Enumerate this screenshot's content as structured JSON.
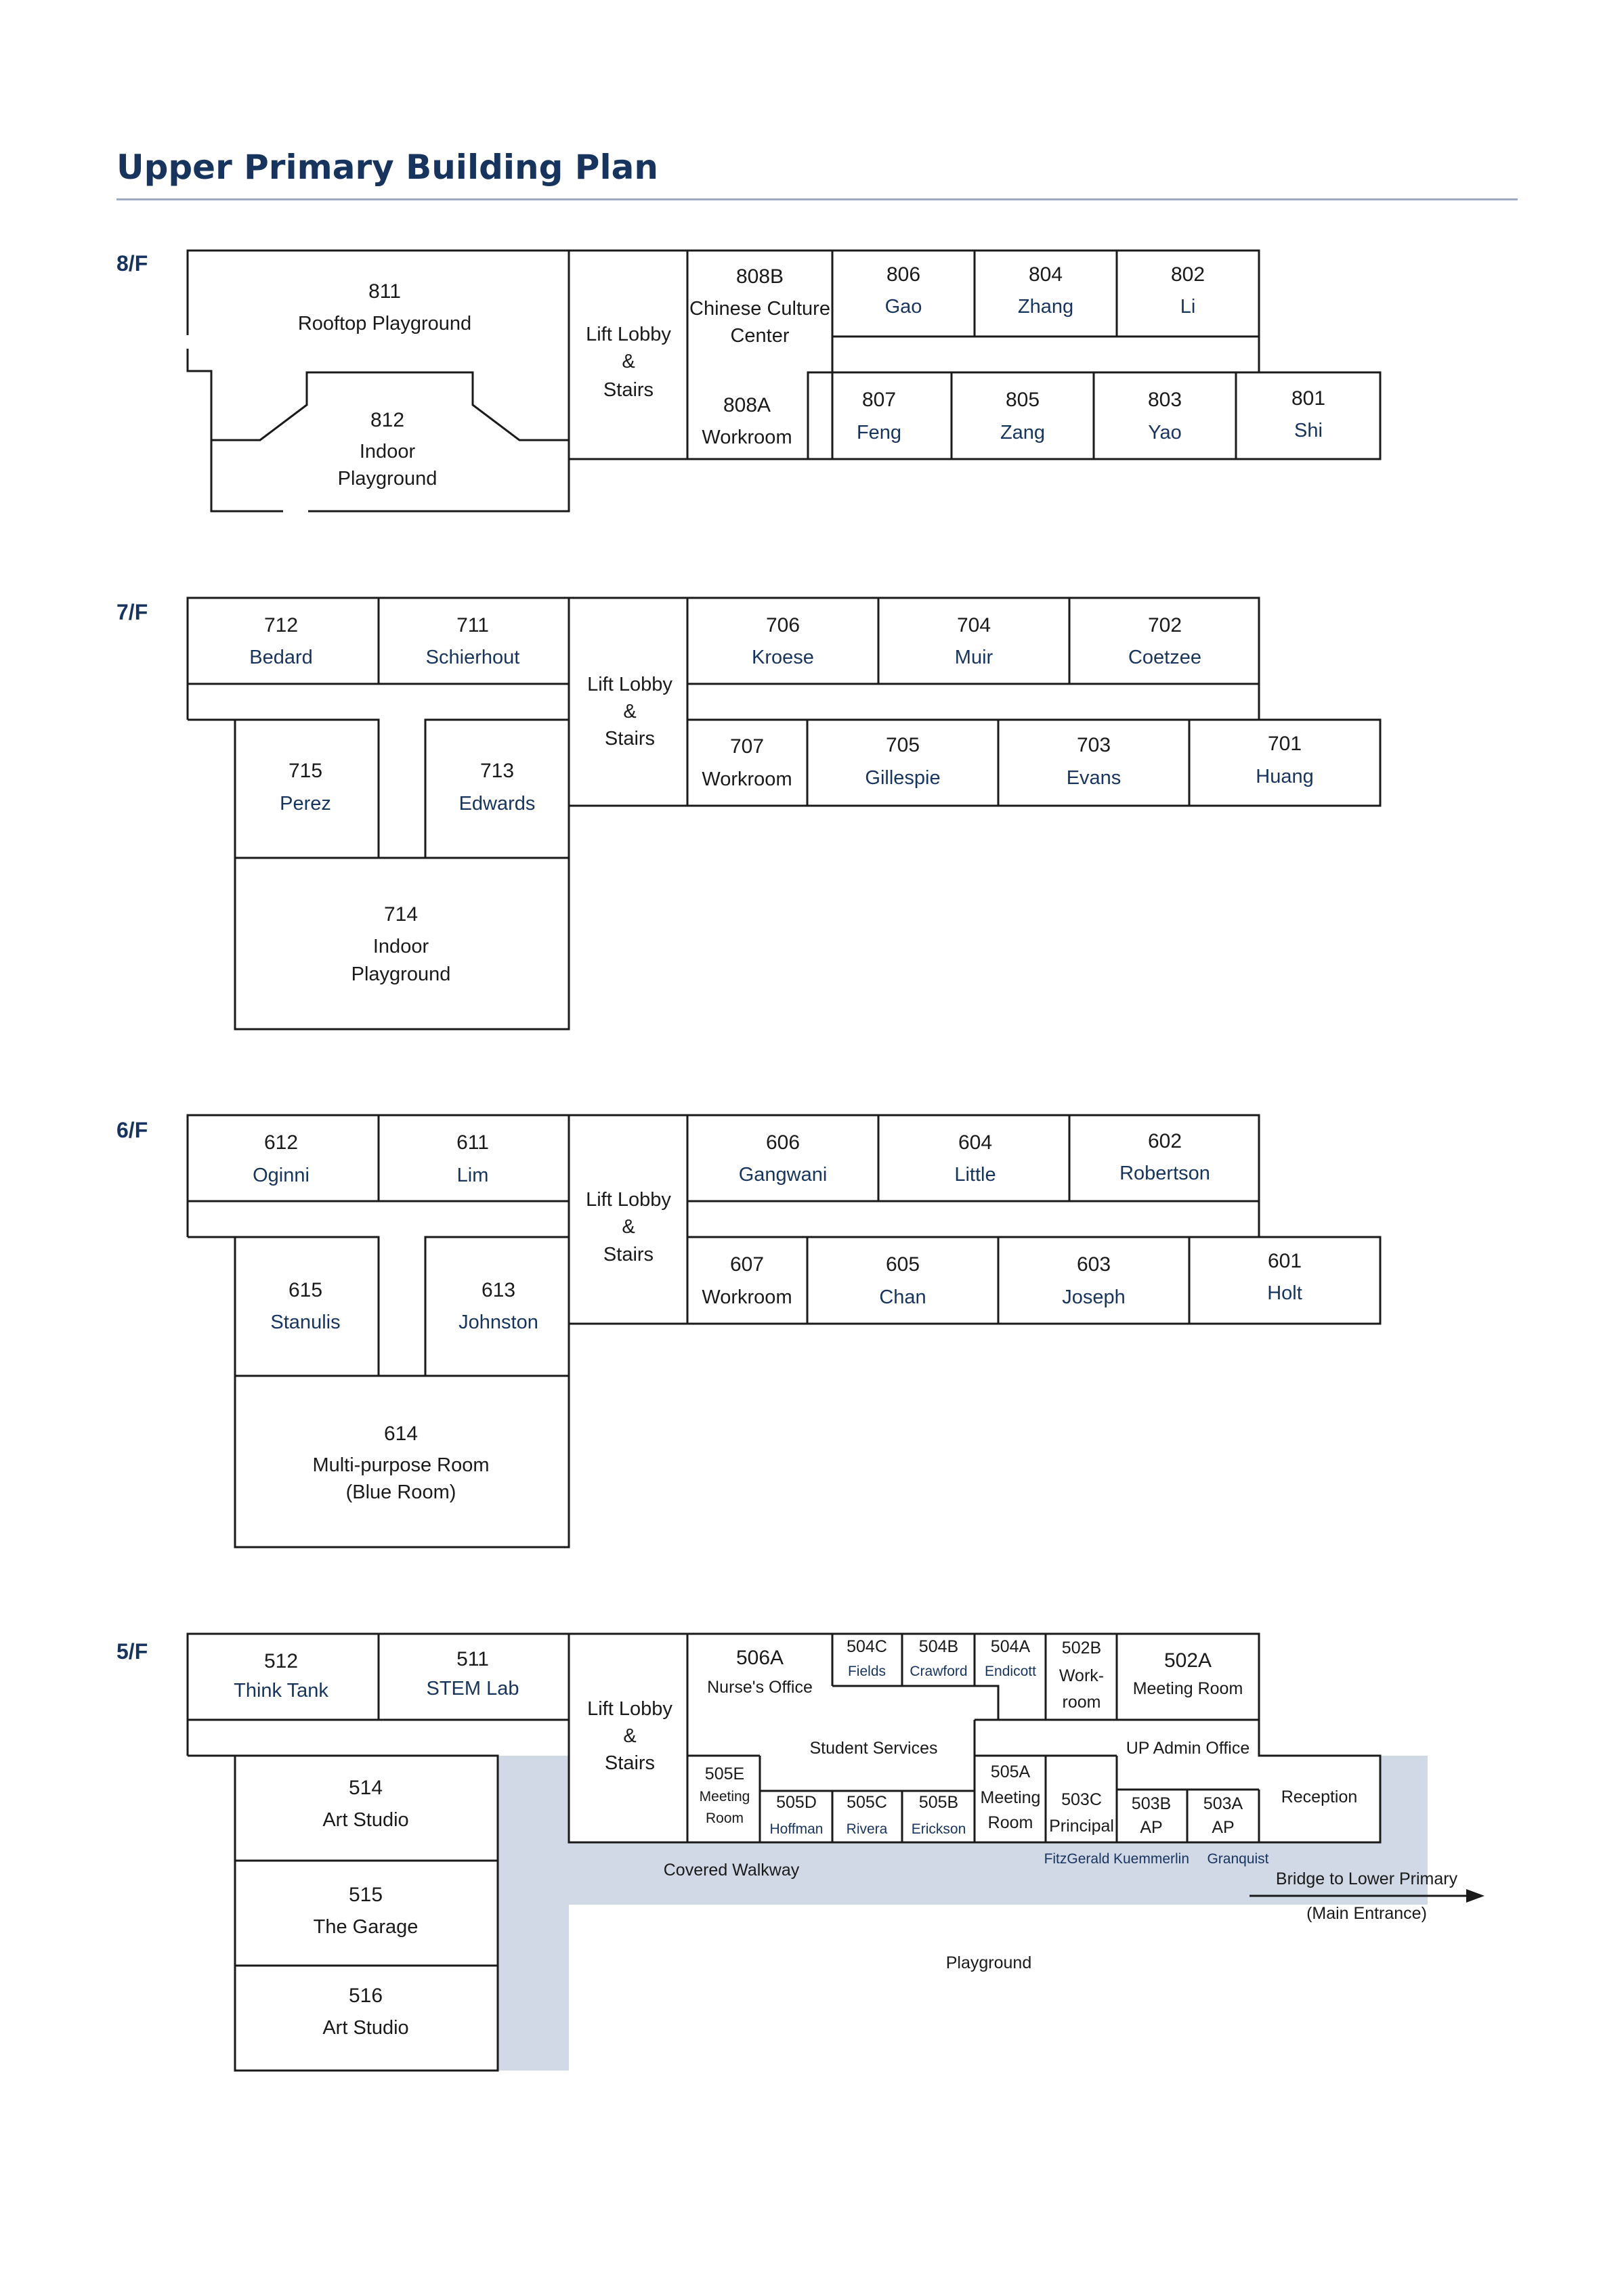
{
  "title": "Upper Primary Building Plan",
  "floors": {
    "f8": {
      "label": "8/F",
      "r811": {
        "num": "811",
        "name": "Rooftop Playground"
      },
      "r812": {
        "num": "812",
        "line1": "Indoor",
        "line2": "Playground"
      },
      "lobby": {
        "line1": "Lift Lobby",
        "line2": "&",
        "line3": "Stairs"
      },
      "r808b": {
        "num": "808B",
        "line1": "Chinese Culture",
        "line2": "Center"
      },
      "r808a": {
        "num": "808A",
        "name": "Workroom"
      },
      "r806": {
        "num": "806",
        "teacher": "Gao"
      },
      "r804": {
        "num": "804",
        "teacher": "Zhang"
      },
      "r802": {
        "num": "802",
        "teacher": "Li"
      },
      "r807": {
        "num": "807",
        "teacher": "Feng"
      },
      "r805": {
        "num": "805",
        "teacher": "Zang"
      },
      "r803": {
        "num": "803",
        "teacher": "Yao"
      },
      "r801": {
        "num": "801",
        "teacher": "Shi"
      }
    },
    "f7": {
      "label": "7/F",
      "r712": {
        "num": "712",
        "teacher": "Bedard"
      },
      "r711": {
        "num": "711",
        "teacher": "Schierhout"
      },
      "r715": {
        "num": "715",
        "teacher": "Perez"
      },
      "r713": {
        "num": "713",
        "teacher": "Edwards"
      },
      "r714": {
        "num": "714",
        "line1": "Indoor",
        "line2": "Playground"
      },
      "lobby": {
        "line1": "Lift Lobby",
        "line2": "&",
        "line3": "Stairs"
      },
      "r706": {
        "num": "706",
        "teacher": "Kroese"
      },
      "r704": {
        "num": "704",
        "teacher": "Muir"
      },
      "r702": {
        "num": "702",
        "teacher": "Coetzee"
      },
      "r707": {
        "num": "707",
        "name": "Workroom"
      },
      "r705": {
        "num": "705",
        "teacher": "Gillespie"
      },
      "r703": {
        "num": "703",
        "teacher": "Evans"
      },
      "r701": {
        "num": "701",
        "teacher": "Huang"
      }
    },
    "f6": {
      "label": "6/F",
      "r612": {
        "num": "612",
        "teacher": "Oginni"
      },
      "r611": {
        "num": "611",
        "teacher": "Lim"
      },
      "r615": {
        "num": "615",
        "teacher": "Stanulis"
      },
      "r613": {
        "num": "613",
        "teacher": "Johnston"
      },
      "r614": {
        "num": "614",
        "line1": "Multi-purpose Room",
        "line2": "(Blue Room)"
      },
      "lobby": {
        "line1": "Lift Lobby",
        "line2": "&",
        "line3": "Stairs"
      },
      "r606": {
        "num": "606",
        "teacher": "Gangwani"
      },
      "r604": {
        "num": "604",
        "teacher": "Little"
      },
      "r602": {
        "num": "602",
        "teacher": "Robertson"
      },
      "r607": {
        "num": "607",
        "name": "Workroom"
      },
      "r605": {
        "num": "605",
        "teacher": "Chan"
      },
      "r603": {
        "num": "603",
        "teacher": "Joseph"
      },
      "r601": {
        "num": "601",
        "teacher": "Holt"
      }
    },
    "f5": {
      "label": "5/F",
      "r512": {
        "num": "512",
        "name": "Think Tank"
      },
      "r511": {
        "num": "511",
        "name": "STEM Lab"
      },
      "r514": {
        "num": "514",
        "name": "Art Studio"
      },
      "r515": {
        "num": "515",
        "name": "The Garage"
      },
      "r516": {
        "num": "516",
        "name": "Art Studio"
      },
      "lobby": {
        "line1": "Lift Lobby",
        "line2": "&",
        "line3": "Stairs"
      },
      "r506a": {
        "num": "506A",
        "name": "Nurse's Office"
      },
      "r504c": {
        "num": "504C",
        "teacher": "Fields"
      },
      "r504b": {
        "num": "504B",
        "teacher": "Crawford"
      },
      "r504a": {
        "num": "504A",
        "teacher": "Endicott"
      },
      "r502b": {
        "num": "502B",
        "line1": "Work-",
        "line2": "room"
      },
      "r502a": {
        "num": "502A",
        "name": "Meeting Room"
      },
      "student_services": "Student Services",
      "r505e": {
        "num": "505E",
        "line1": "Meeting",
        "line2": "Room"
      },
      "r505d": {
        "num": "505D",
        "teacher": "Hoffman"
      },
      "r505c": {
        "num": "505C",
        "teacher": "Rivera"
      },
      "r505b": {
        "num": "505B",
        "teacher": "Erickson"
      },
      "r505a": {
        "num": "505A",
        "line1": "Meeting",
        "line2": "Room"
      },
      "r503c": {
        "num": "503C",
        "name": "Principal",
        "teacher": "FitzGerald"
      },
      "up_admin": "UP Admin Office",
      "r503b": {
        "num": "503B",
        "name": "AP",
        "teacher": "Kuemmerlin"
      },
      "r503a": {
        "num": "503A",
        "name": "AP",
        "teacher": "Granquist"
      },
      "reception": "Reception",
      "covered_walkway": "Covered Walkway",
      "bridge": {
        "line1": "Bridge to Lower Primary",
        "line2": "(Main Entrance)"
      },
      "playground": "Playground"
    }
  },
  "colors": {
    "title": "#17345f",
    "walkway": "#d1d8e6",
    "names": "#17345f"
  }
}
